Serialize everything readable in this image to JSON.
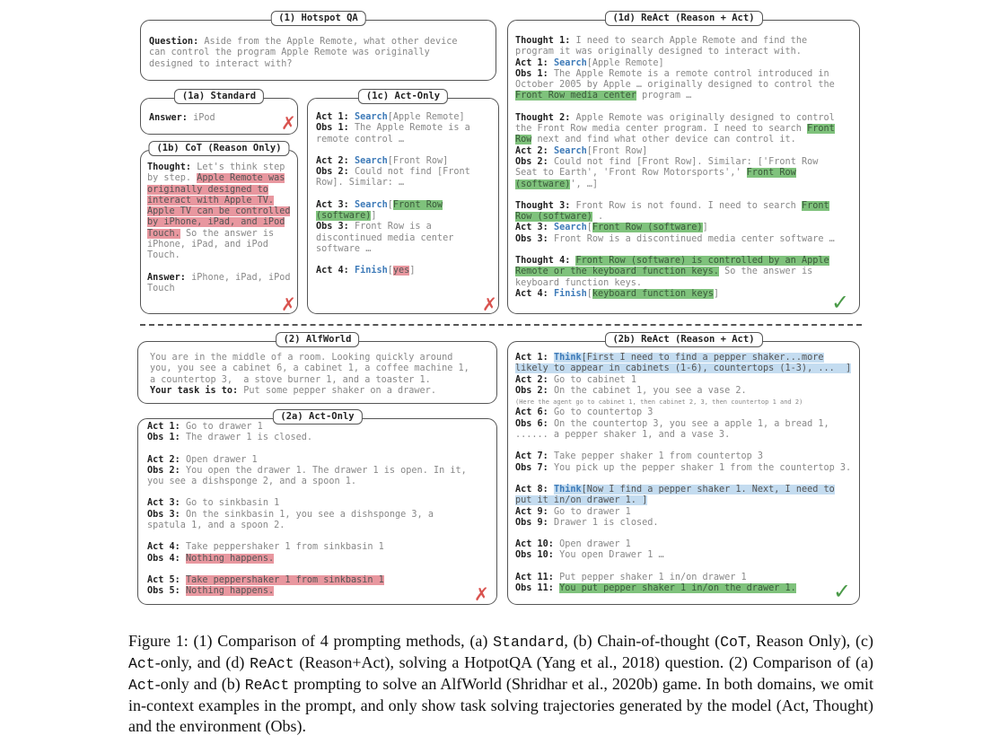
{
  "panels": {
    "p1": {
      "title": "(1) Hotspot QA",
      "question_label": "Question:",
      "question_text": "Aside from the Apple Remote, what other device\ncan control the program Apple Remote was originally\ndesigned to interact with?"
    },
    "p1a": {
      "title": "(1a) Standard",
      "answer_label": "Answer:",
      "answer_text": "iPod"
    },
    "p1b": {
      "title": "(1b) CoT (Reason Only)",
      "thought_label": "Thought:",
      "thought_pre": "Let's think step\nby step.",
      "thought_red": "Apple Remote was\noriginally designed to\ninteract with Apple TV.\nApple TV can be controlled\nby iPhone, iPad, and iPod\nTouch.",
      "thought_post": "So the answer is\niPhone, iPad, and iPod\nTouch.",
      "answer_label": "Answer:",
      "answer_text": "iPhone, iPad, iPod\nTouch"
    },
    "p1c": {
      "title": "(1c) Act-Only",
      "a1": "Act 1:",
      "a1_verb": "Search",
      "a1_arg": "[Apple Remote]",
      "o1": "Obs 1:",
      "o1_text": "The Apple Remote is a\nremote control …",
      "a2": "Act 2:",
      "a2_verb": "Search",
      "a2_arg": "[Front Row]",
      "o2": "Obs 2:",
      "o2_text": "Could not find [Front\nRow]. Similar: …",
      "a3": "Act 3:",
      "a3_verb": "Search",
      "a3_open": "[",
      "a3_hl": "Front Row\n(software)",
      "a3_close": "]",
      "o3": "Obs 3:",
      "o3_text": "Front Row is a\ndiscontinued media center\nsoftware …",
      "a4": "Act 4:",
      "a4_verb": "Finish",
      "a4_open": "[",
      "a4_hl": "yes",
      "a4_close": "]"
    },
    "p1d": {
      "title": "(1d) ReAct (Reason + Act)",
      "t1": "Thought 1:",
      "t1_text": "I need to search Apple Remote and find the\nprogram it was originally designed to interact with.",
      "a1": "Act 1:",
      "a1_verb": "Search",
      "a1_arg": "[Apple Remote]",
      "o1": "Obs 1:",
      "o1_text": "The Apple Remote is a remote control introduced in\nOctober 2005 by Apple … originally designed to control the\n",
      "o1_hl": "Front Row media center",
      "o1_post": " program …",
      "t2": "Thought 2:",
      "t2_text": "Apple Remote was originally designed to control\nthe Front Row media center program. I need to search ",
      "t2_hl": "Front\nRow",
      "t2_post": " next and find what other device can control it.",
      "a2": "Act 2:",
      "a2_verb": "Search",
      "a2_arg": "[Front Row]",
      "o2": "Obs 2:",
      "o2_text": "Could not find [Front Row]. Similar: ['Front Row\nSeat to Earth', 'Front Row Motorsports',' ",
      "o2_hl": "Front Row\n(software)",
      "o2_post": "', …]",
      "t3": "Thought 3:",
      "t3_text": "Front Row is not found. I need to search ",
      "t3_hl": "Front\nRow (software)",
      "t3_post": " .",
      "a3": "Act 3:",
      "a3_verb": "Search",
      "a3_open": "[",
      "a3_hl": "Front Row (software)",
      "a3_close": "]",
      "o3": "Obs 3:",
      "o3_text": "Front Row is a discontinued media center software …",
      "t4": "Thought 4:",
      "t4_hl": "Front Row (software) is controlled by an Apple\nRemote or the keyboard function keys.",
      "t4_post": " So the answer is\nkeyboard function keys.",
      "a4": "Act 4:",
      "a4_verb": "Finish",
      "a4_open": "[",
      "a4_hl": "keyboard function keys",
      "a4_close": "]"
    },
    "p2": {
      "title": "(2) AlfWorld",
      "intro": "You are in the middle of a room. Looking quickly around\nyou, you see a cabinet 6, a cabinet 1, a coffee machine 1,\na countertop 3,  a stove burner 1, and a toaster 1.",
      "task_label": "Your task is to:",
      "task_text": "Put some pepper shaker on a drawer."
    },
    "p2a": {
      "title": "(2a) Act-Only",
      "a1": "Act 1:",
      "a1_text": "Go to drawer 1",
      "o1": "Obs 1:",
      "o1_text": "The drawer 1 is closed.",
      "a2": "Act 2:",
      "a2_text": "Open drawer 1",
      "o2": "Obs 2:",
      "o2_text": "You open the drawer 1. The drawer 1 is open. In it,\nyou see a dishsponge 2, and a spoon 1.",
      "a3": "Act 3:",
      "a3_text": "Go to sinkbasin 1",
      "o3": "Obs 3:",
      "o3_text": "On the sinkbasin 1, you see a dishsponge 3, a\nspatula 1, and a spoon 2.",
      "a4": "Act 4:",
      "a4_text": "Take peppershaker 1 from sinkbasin 1",
      "o4": "Obs 4:",
      "o4_hl": "Nothing happens.",
      "a5": "Act 5:",
      "a5_hl": "Take peppershaker 1 from sinkbasin 1",
      "o5": "Obs 5:",
      "o5_hl": "Nothing happens."
    },
    "p2b": {
      "title": "(2b) ReAct (Reason + Act)",
      "a1": "Act 1:",
      "a1_verb": "Think",
      "a1_hl": "[First I need to find a pepper shaker...more\nlikely to appear in cabinets (1-6), countertops (1-3), ...  ]",
      "a2": "Act 2:",
      "a2_text": "Go to cabinet 1",
      "o2": "Obs 2:",
      "o2_text": "On the cabinet 1, you see a vase 2.",
      "note": "(Here the agent go to cabinet 1, then cabinet 2, 3, then countertop 1 and 2)",
      "a6": "Act 6:",
      "a6_text": "Go to countertop 3",
      "o6": "Obs 6:",
      "o6_text": "On the countertop 3, you see a apple 1, a bread 1,\n...... a pepper shaker 1, and a vase 3.",
      "a7": "Act 7:",
      "a7_text": "Take pepper shaker 1 from countertop 3",
      "o7": "Obs 7:",
      "o7_text": "You pick up the pepper shaker 1 from the countertop 3.",
      "a8": "Act 8:",
      "a8_verb": "Think",
      "a8_hl": "[Now I find a pepper shaker 1. Next, I need to\nput it in/on drawer 1. ]",
      "a9": "Act 9:",
      "a9_text": "Go to drawer 1",
      "o9": "Obs 9:",
      "o9_text": "Drawer 1 is closed.",
      "a10": "Act 10:",
      "a10_text": "Open drawer 1",
      "o10": "Obs 10:",
      "o10_text": "You open Drawer 1 …",
      "a11": "Act 11:",
      "a11_text": "Put pepper shaker 1 in/on drawer 1",
      "o11": "Obs 11:",
      "o11_hl": "You put pepper shaker 1 in/on the drawer 1."
    }
  },
  "marks": {
    "wrong": "✗",
    "right": "✓"
  },
  "caption": {
    "s1": "Figure 1:  (1) Comparison of 4 prompting methods, (a) ",
    "m1": "Standard",
    "s2": ", (b) Chain-of-thought (",
    "m2": "CoT",
    "s3": ",\nReason Only), (c) ",
    "m3": "Act",
    "s4": "-only, and (d) ",
    "m4": "ReAct",
    "s5": " (Reason+Act), solving a HotpotQA (Yang et al., 2018)\nquestion. (2) Comparison of (a) ",
    "m5": "Act",
    "s6": "-only and (b) ",
    "m6": "ReAct",
    "s7": " prompting to solve an AlfWorld (Shridhar\net al., 2020b) game. In both domains, we omit in-context examples in the prompt, and only show task\nsolving trajectories generated by the model (Act, Thought) and the environment (Obs)."
  },
  "colors": {
    "wrong_mark": "#d9534f",
    "right_mark": "#4a9a48",
    "highlight_red": "#e8979f",
    "highlight_green": "#7fc27c",
    "highlight_blue": "#c4dcf0",
    "action_blue": "#3d7ab8"
  }
}
